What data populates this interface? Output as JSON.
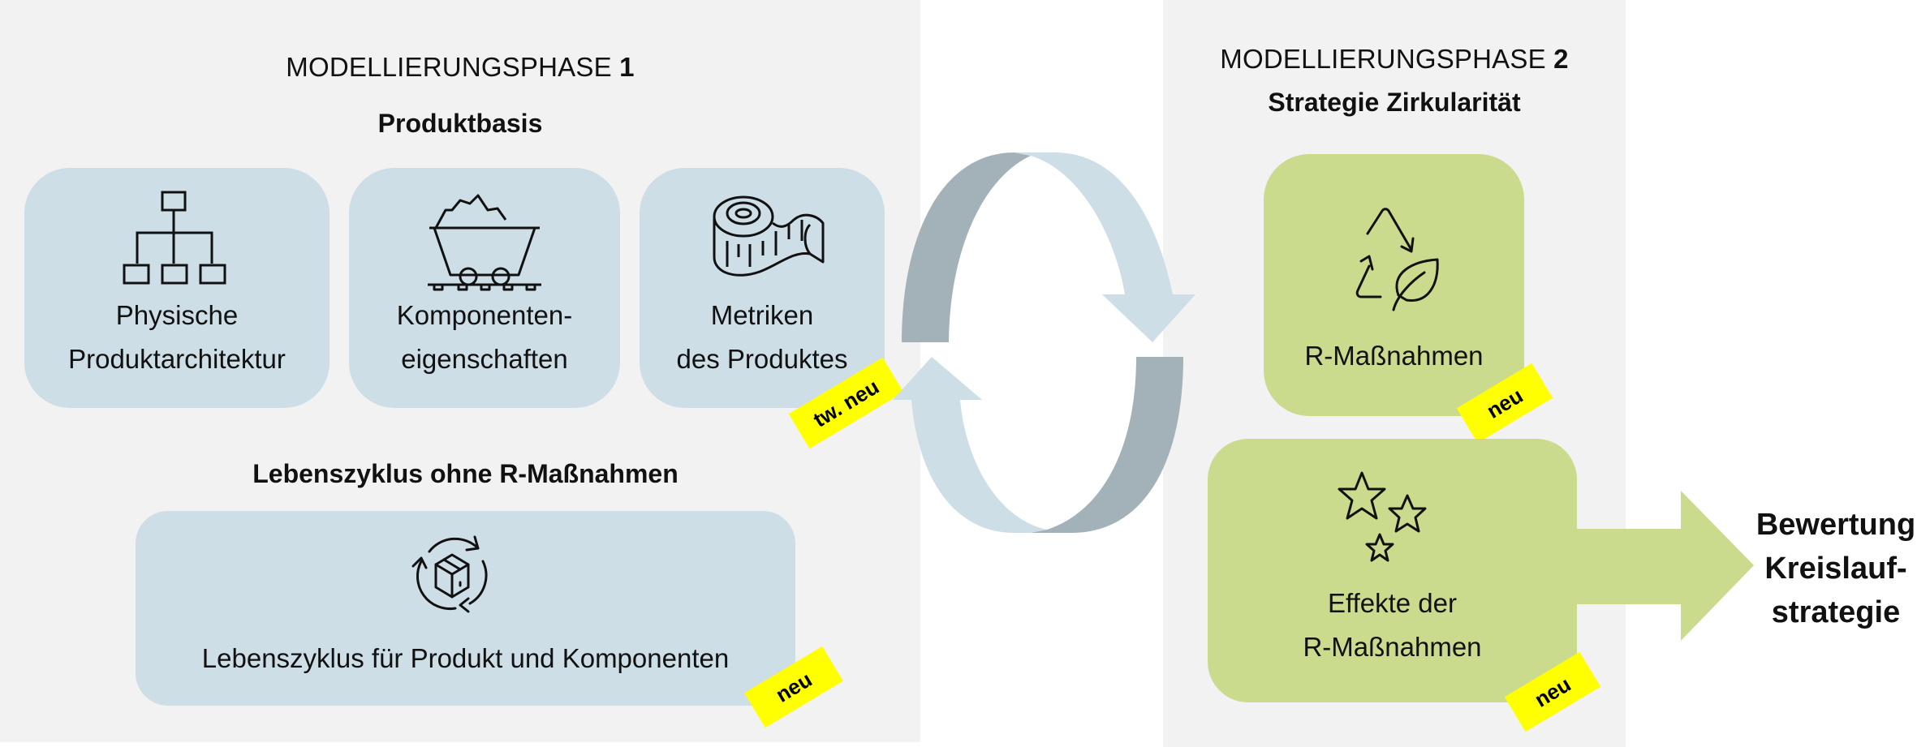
{
  "phase1": {
    "title_prefix": "MODELLIERUNGSPHASE ",
    "title_number": "1",
    "section_title": "Produktbasis",
    "boxes": [
      {
        "icon": "hierarchy-icon",
        "line1": "Physische",
        "line2": "Produktarchitektur"
      },
      {
        "icon": "mine-cart-icon",
        "line1": "Komponenten-",
        "line2": "eigenschaften"
      },
      {
        "icon": "measuring-tape-icon",
        "line1": "Metriken",
        "line2": "des Produktes",
        "badge": "tw. neu"
      }
    ],
    "lifecycle_title": "Lebenszyklus ohne R-Maßnahmen",
    "lifecycle_box": {
      "icon": "box-cycle-icon",
      "label": "Lebenszyklus für Produkt und Komponenten",
      "badge": "neu"
    }
  },
  "cycle": {
    "icon": "cycle-arrows"
  },
  "phase2": {
    "title_prefix": "MODELLIERUNGSPHASE ",
    "title_number": "2",
    "section_title": "Strategie Zirkularität",
    "boxes": [
      {
        "icon": "recycle-leaf-icon",
        "line1": "R-Maßnahmen",
        "badge": "neu"
      },
      {
        "icon": "stars-icon",
        "line1": "Effekte der",
        "line2": "R-Maßnahmen",
        "badge": "neu"
      }
    ]
  },
  "result": {
    "line1": "Bewertung",
    "line2": "Kreislauf-",
    "line3": "strategie"
  },
  "colors": {
    "panel": "#f2f2f2",
    "blue_box": "#cddee6",
    "green_box": "#cbdb8e",
    "badge": "#ffff00",
    "arrow_dark": "#a3b1b8",
    "arrow_light": "#cddee6"
  }
}
